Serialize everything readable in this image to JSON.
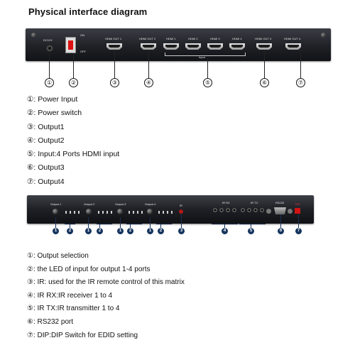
{
  "title": "Physical interface diagram",
  "back_panel": {
    "power_label": "DC12V",
    "switch_on": "ON",
    "switch_off": "OFF",
    "ports": [
      "HDMI OUT 1",
      "HDMI OUT 2",
      "HDMI 1",
      "HDMI 2",
      "HDMI 3",
      "HDMI 4",
      "HDMI OUT 3",
      "HDMI OUT 4"
    ],
    "input_group_label": "Input",
    "callouts": [
      "①",
      "②",
      "③",
      "④",
      "⑤",
      "⑥",
      "⑦"
    ]
  },
  "back_legend": [
    "①: Power Input",
    "②: Power switch",
    "③: Output1",
    "④: Output2",
    "⑤: Input:4 Ports HDMI input",
    "⑥: Output3",
    "⑦: Output4"
  ],
  "front_panel": {
    "output_labels": [
      "Output 1",
      "Output 2",
      "Output 3",
      "Output 4"
    ],
    "led_numbers": [
      "1",
      "2",
      "3",
      "4"
    ],
    "ir_label": "IR",
    "ir_rx_label": "IR RX",
    "ir_tx_label": "IR TX",
    "rs232_label": "RS232",
    "dip_label": "DIP",
    "callouts": [
      "1",
      "2",
      "1",
      "2",
      "1",
      "2",
      "1",
      "2",
      "3",
      "4",
      "5",
      "6",
      "7"
    ]
  },
  "front_legend": [
    "①: Output selection",
    "②: the LED of input for output 1-4 ports",
    "③: IR:  used for the IR remote control of this matrix",
    "④: IR RX:IR receiver 1 to 4",
    "⑤: IR TX:IR transmitter 1 to 4",
    "⑥: RS232 port",
    "⑦: DIP:DIP Switch for EDID setting"
  ]
}
